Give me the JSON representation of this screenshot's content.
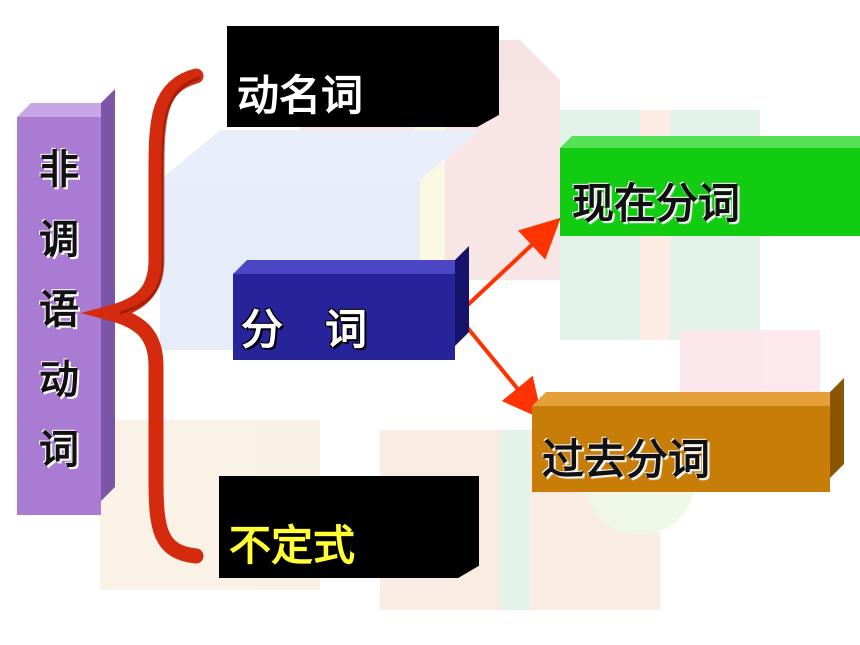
{
  "root": {
    "chars": [
      "非",
      "调",
      "语",
      "动",
      "词"
    ]
  },
  "nodes": {
    "gerund": "动名词",
    "participle": "分　词",
    "infinitive": "不定式",
    "present_participle": "现在分词",
    "past_participle": "过去分词"
  },
  "colors": {
    "root_face": "#a97bd3",
    "gerund_face": "#000000",
    "participle_face": "#27239a",
    "infinitive_face": "#000000",
    "infinitive_text": "#ffff33",
    "present_face": "#11cc11",
    "past_face": "#c77d07",
    "brace": "#d42a0e",
    "arrow": "#ff3300"
  }
}
